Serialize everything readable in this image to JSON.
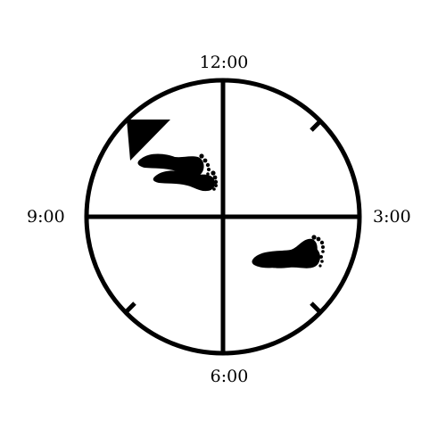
{
  "clock": {
    "labels": {
      "top": "12:00",
      "right": "3:00",
      "bottom": "6:00",
      "left": "9:00"
    },
    "line_color": "#000000",
    "background": "#ffffff"
  },
  "markers": {
    "direction_arrow": "arrow-up-left-icon",
    "footprint_upper": "footprints-icon",
    "footprint_lower": "footprints-icon"
  }
}
